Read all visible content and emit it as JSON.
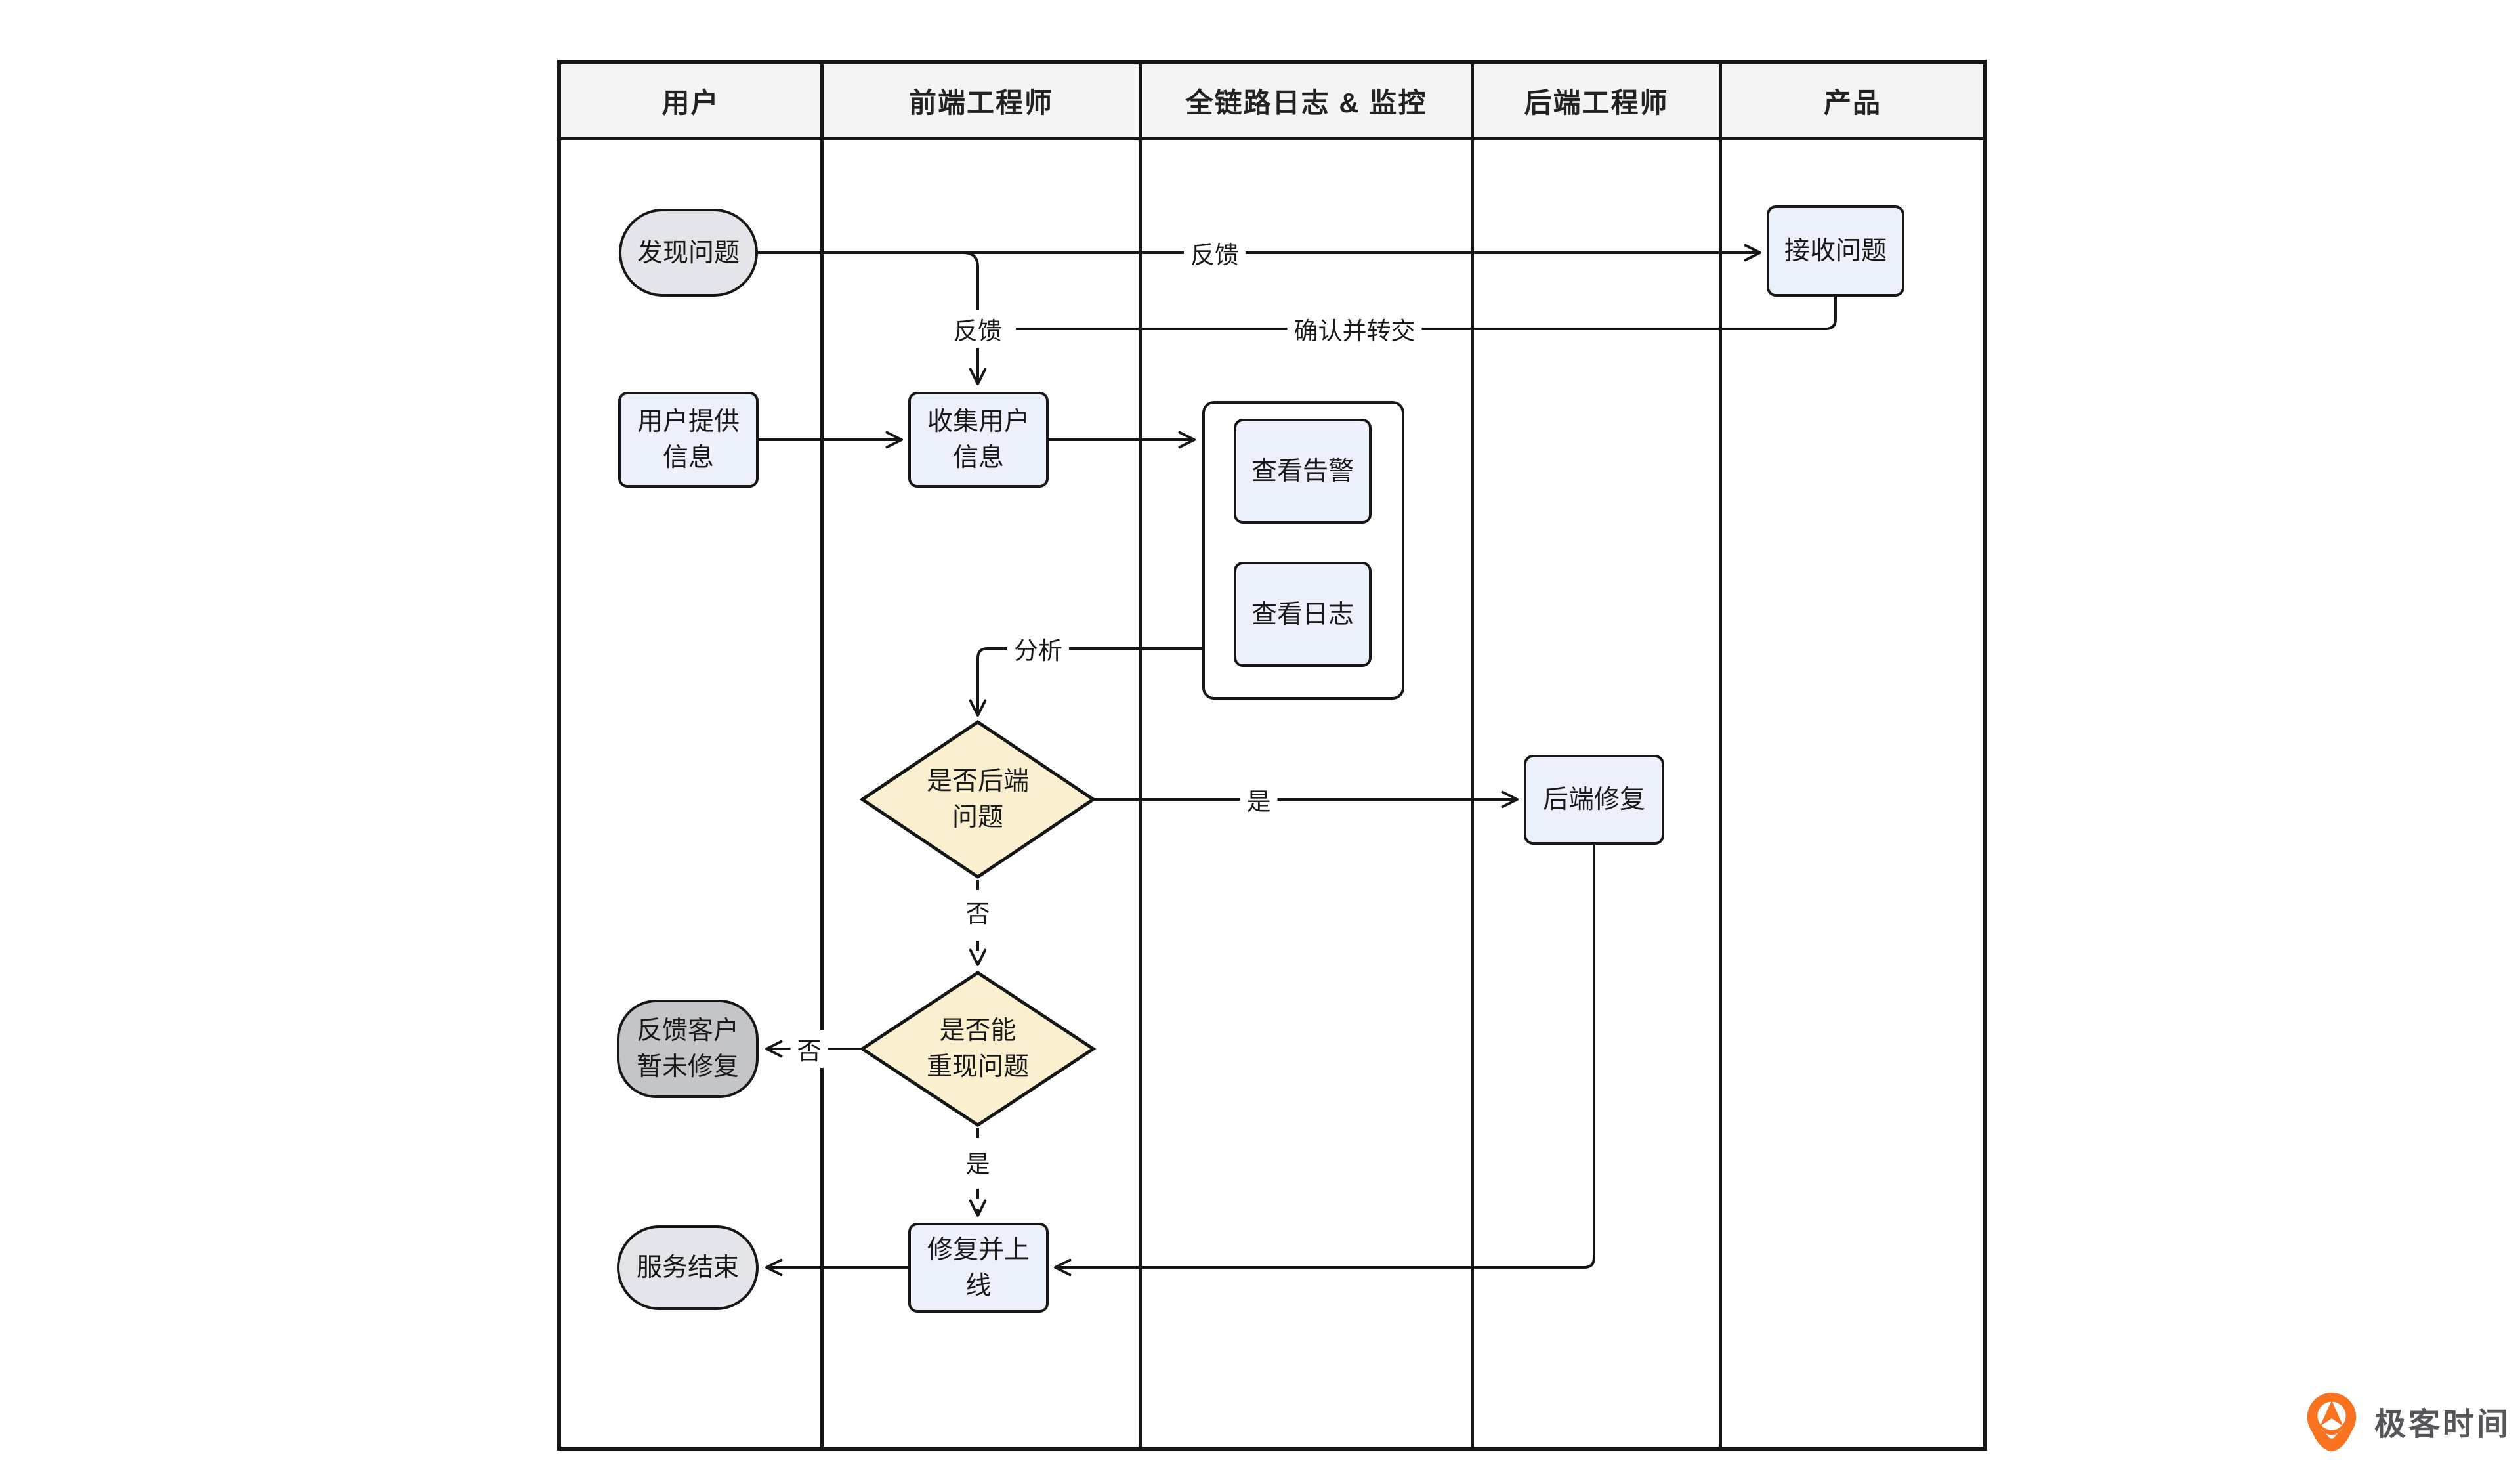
{
  "lanes": [
    "用户",
    "前端工程师",
    "全链路日志 & 监控",
    "后端工程师",
    "产品"
  ],
  "nodes": {
    "discover": {
      "label": "发现问题"
    },
    "receive": {
      "label": "接收问题"
    },
    "user_provide": {
      "label": "用户提供\n信息"
    },
    "collect": {
      "label": "收集用户\n信息"
    },
    "view_alert": {
      "label": "查看告警"
    },
    "view_log": {
      "label": "查看日志"
    },
    "decision_backend": {
      "label": "是否后端\n问题"
    },
    "backend_fix": {
      "label": "后端修复"
    },
    "decision_reproduce": {
      "label": "是否能\n重现问题"
    },
    "feedback_customer": {
      "label": "反馈客户\n暂未修复"
    },
    "fix_online": {
      "label": "修复并上\n线"
    },
    "service_end": {
      "label": "服务结束"
    }
  },
  "edge_labels": {
    "feedback_top": "反馈",
    "feedback_branch": "反馈",
    "confirm_transfer": "确认并转交",
    "analyze": "分析",
    "yes_backend": "是",
    "no_backend": "否",
    "no_reproduce": "否",
    "yes_reproduce": "是"
  },
  "colors": {
    "line": "#161616",
    "process_fill": "#ebf0fa",
    "decision_fill": "#faf0d0",
    "terminator_light_fill": "#e3e5ea",
    "terminator_dark_fill": "#c4c5c8",
    "header_fill": "#f4f4f4",
    "logo_orange": "#f8721f",
    "logo_text_color": "#55565a"
  },
  "logo": {
    "text": "极客时间"
  }
}
